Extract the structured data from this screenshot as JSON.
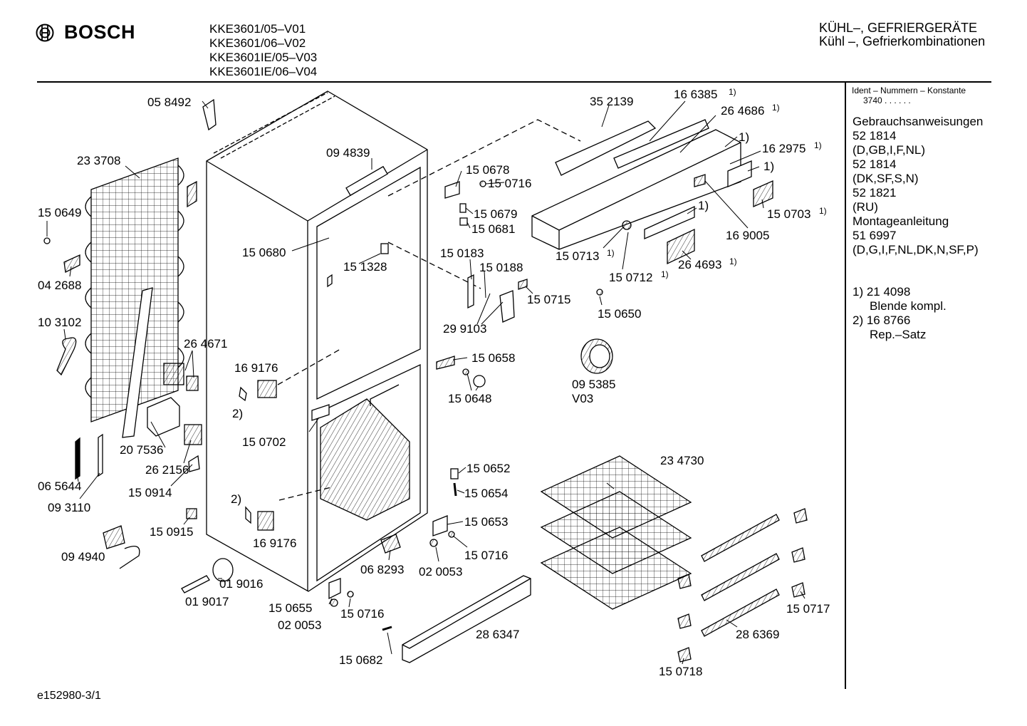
{
  "header": {
    "brand": "BOSCH",
    "models": [
      "KKE3601/05–V01",
      "KKE3601/06–V02",
      "KKE3601IE/05–V03",
      "KKE3601IE/06–V04"
    ],
    "category": [
      "KÜHL–, GEFRIERGERÄTE",
      "Kühl –, Gefrierkombinationen"
    ]
  },
  "sidebar": {
    "ident_title": "Ident – Nummern – Konstante",
    "ident_value": "3740 . . . . . .",
    "docs": [
      "Gebrauchsanweisungen",
      "52 1814",
      "(D,GB,I,F,NL)",
      "52 1814",
      "(DK,SF,S,N)",
      "52 1821",
      "(RU)",
      "Montageanleitung",
      "51 6997",
      "(D,G,I,F,NL,DK,N,SF,P)"
    ],
    "notes": [
      "1) 21 4098",
      "Blende kompl.",
      "2) 16 8766",
      "Rep.–Satz"
    ]
  },
  "footer": {
    "code": "e152980-3/1"
  },
  "parts": [
    {
      "num": "05 8492"
    },
    {
      "num": "23 3708"
    },
    {
      "num": "15 0649"
    },
    {
      "num": "04 2688"
    },
    {
      "num": "10 3102"
    },
    {
      "num": "26 4671"
    },
    {
      "num": "20 7536"
    },
    {
      "num": "26 2156"
    },
    {
      "num": "15 0914"
    },
    {
      "num": "06 5644"
    },
    {
      "num": "09 3110"
    },
    {
      "num": "15 0915"
    },
    {
      "num": "09 4940"
    },
    {
      "num": "09 4839"
    },
    {
      "num": "15 0680"
    },
    {
      "num": "15 1328"
    },
    {
      "num": "16 9176"
    },
    {
      "num": "2)"
    },
    {
      "num": "15 0702"
    },
    {
      "num": "2)"
    },
    {
      "num": "16 9176"
    },
    {
      "num": "01 9016"
    },
    {
      "num": "01 9017"
    },
    {
      "num": "15 0655"
    },
    {
      "num": "02 0053"
    },
    {
      "num": "15 0716"
    },
    {
      "num": "15 0682"
    },
    {
      "num": "28 6347"
    },
    {
      "num": "06 8293"
    },
    {
      "num": "02 0053"
    },
    {
      "num": "15 0716"
    },
    {
      "num": "15 0653"
    },
    {
      "num": "15 0652"
    },
    {
      "num": "15 0654"
    },
    {
      "num": "15 0678"
    },
    {
      "num": "15 0716"
    },
    {
      "num": "15 0679"
    },
    {
      "num": "15 0681"
    },
    {
      "num": "15 0183"
    },
    {
      "num": "15 0188"
    },
    {
      "num": "29 9103"
    },
    {
      "num": "15 0715"
    },
    {
      "num": "15 0658"
    },
    {
      "num": "15 0648"
    },
    {
      "num": "35 2139"
    },
    {
      "num": "16 6385",
      "sup": "1)"
    },
    {
      "num": "26 4686",
      "sup": "1)"
    },
    {
      "num": "1)"
    },
    {
      "num": "16 2975",
      "sup": "1)"
    },
    {
      "num": "1)"
    },
    {
      "num": "15 0703",
      "sup": "1)"
    },
    {
      "num": "16 9005"
    },
    {
      "num": "1)"
    },
    {
      "num": "15 0713",
      "sup": "1)"
    },
    {
      "num": "15 0712",
      "sup": "1)"
    },
    {
      "num": "26 4693",
      "sup": "1)"
    },
    {
      "num": "15 0650"
    },
    {
      "num": "09 5385"
    },
    {
      "num": "V03"
    },
    {
      "num": "23 4730"
    },
    {
      "num": "15 0717"
    },
    {
      "num": "28 6369"
    },
    {
      "num": "15 0718"
    }
  ]
}
